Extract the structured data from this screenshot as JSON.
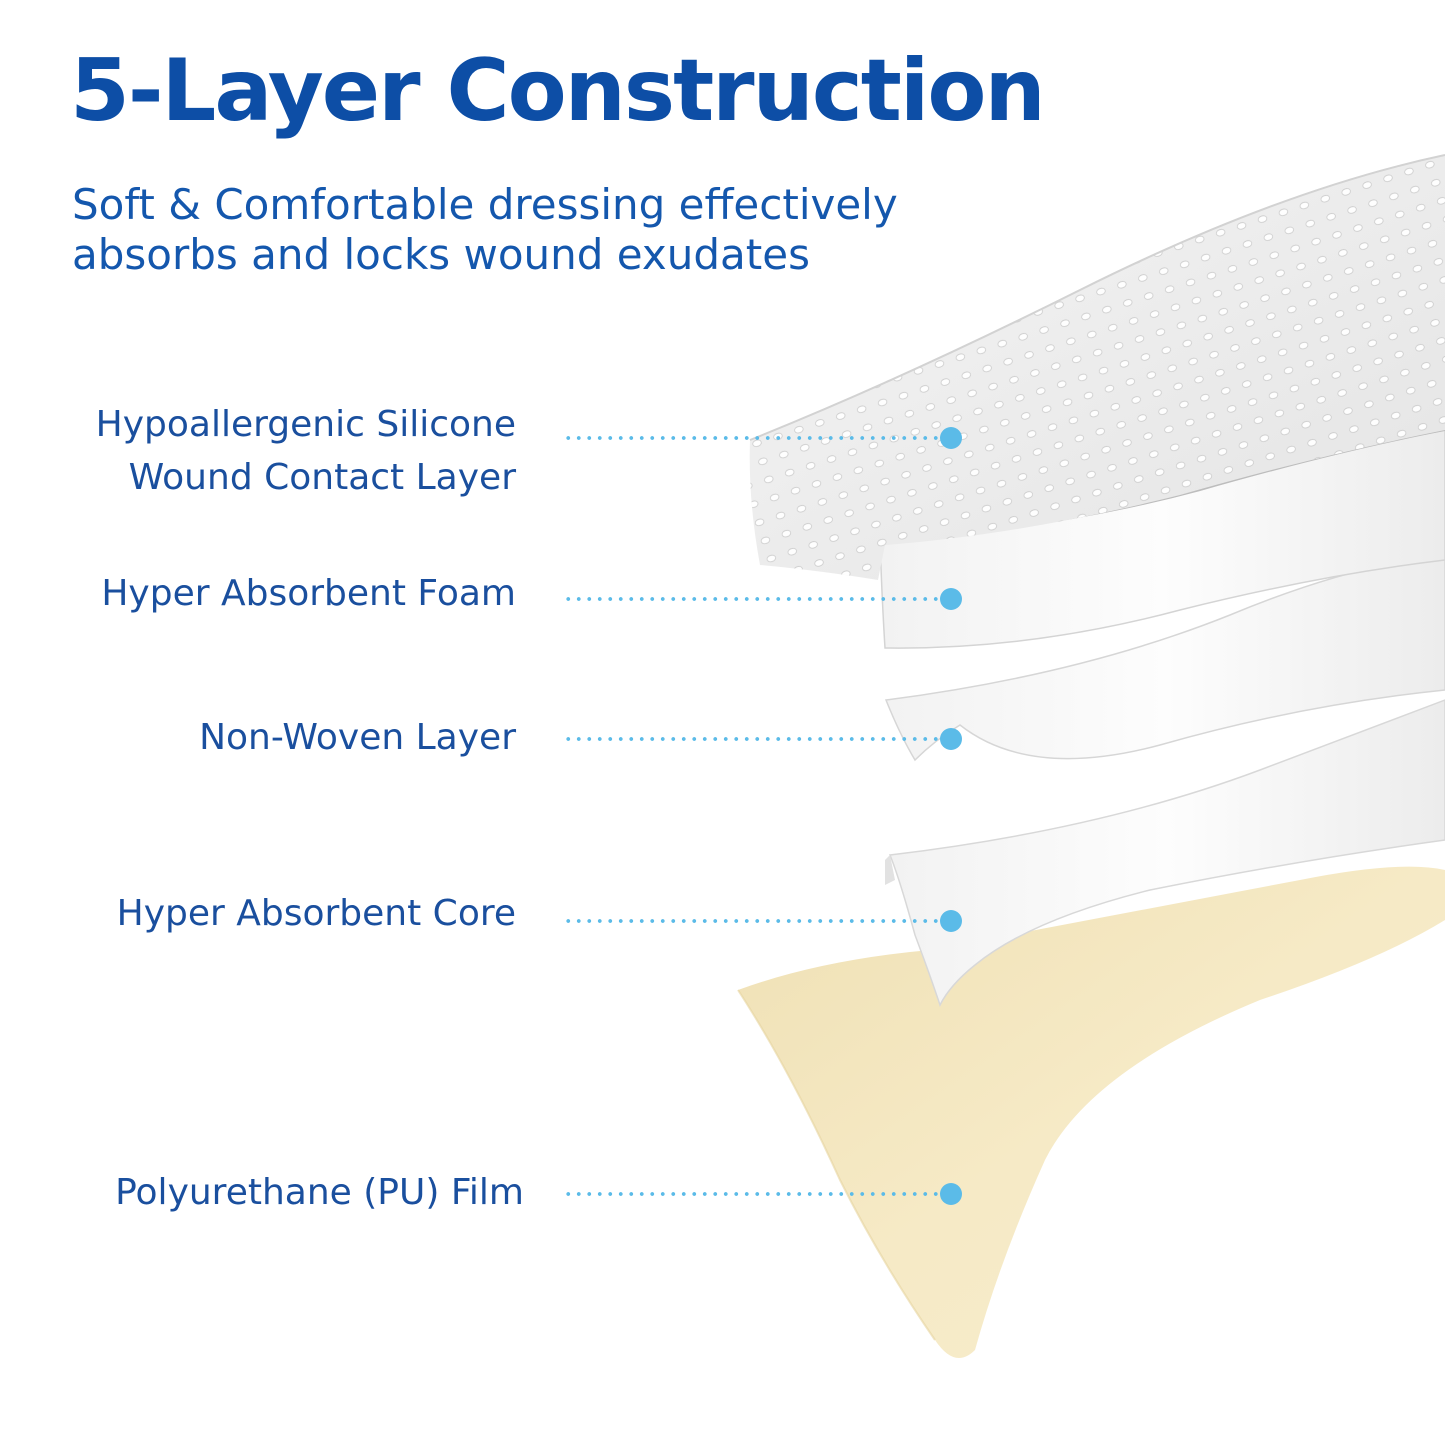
{
  "title": "5-Layer Construction",
  "subtitle": {
    "line1": "Soft & Comfortable dressing effectively",
    "line2": "absorbs and locks wound exudates"
  },
  "colors": {
    "title": "#0d4ea6",
    "label": "#1a4f9e",
    "leader": "#5bbbe8",
    "film": "#f4e6bd"
  },
  "layers": [
    {
      "line1": "Hypoallergenic Silicone",
      "line2": "Wound Contact Layer"
    },
    {
      "line1": "Hyper Absorbent Foam"
    },
    {
      "line1": "Non-Woven Layer"
    },
    {
      "line1": "Hyper Absorbent Core"
    },
    {
      "line1": "Polyurethane (PU) Film"
    }
  ]
}
